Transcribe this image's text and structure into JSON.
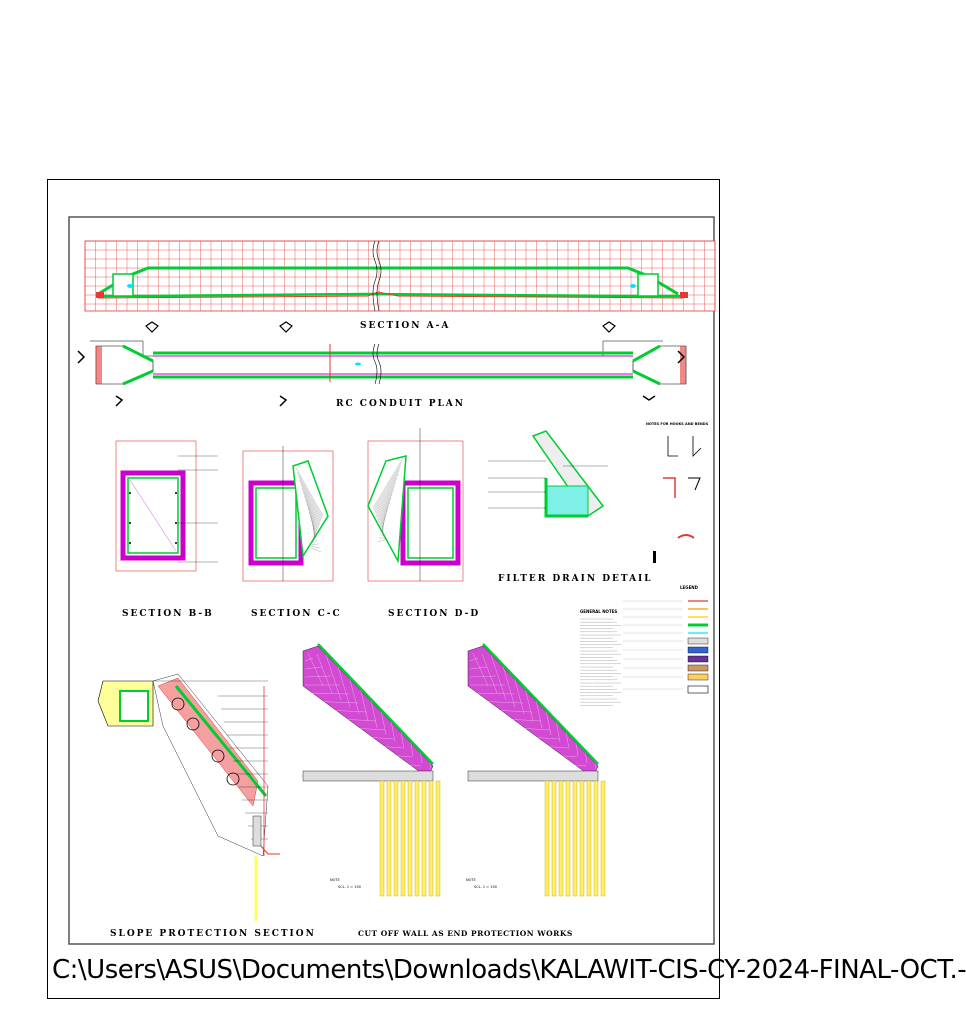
{
  "titles": {
    "section_aa": "SECTION A-A",
    "rc_plan": "RC CONDUIT PLAN",
    "section_bb": "SECTION B-B",
    "section_cc": "SECTION C-C",
    "section_dd": "SECTION D-D",
    "filter_drain": "FILTER DRAIN DETAIL",
    "slope_protection": "SLOPE PROTECTION SECTION",
    "cut_off_wall": "CUT OFF WALL AS END PROTECTION WORKS"
  },
  "labels": {
    "general_notes": "GENERAL NOTES",
    "legend": "LEGEND",
    "notes_hooks": "NOTES FOR HOOKS AND BENDS",
    "note_a": "NOTE",
    "note_b": "NOTE",
    "scale_note_a": "SCL. 1 = 150",
    "scale_note_b": "SCL. 1 = 150"
  },
  "file_path": "C:\\Users\\ASUS\\Documents\\Downloads\\KALAWIT-CIS-CY-2024-FINAL-OCT.-",
  "colors": {
    "grid": "#e53935",
    "concrete": "#00cc33",
    "rebar_magenta": "#cc00cc",
    "hatch_purple": "#9933cc",
    "water": "#00e5ff",
    "fill_yellow": "#ffff66",
    "outline": "#000000"
  }
}
